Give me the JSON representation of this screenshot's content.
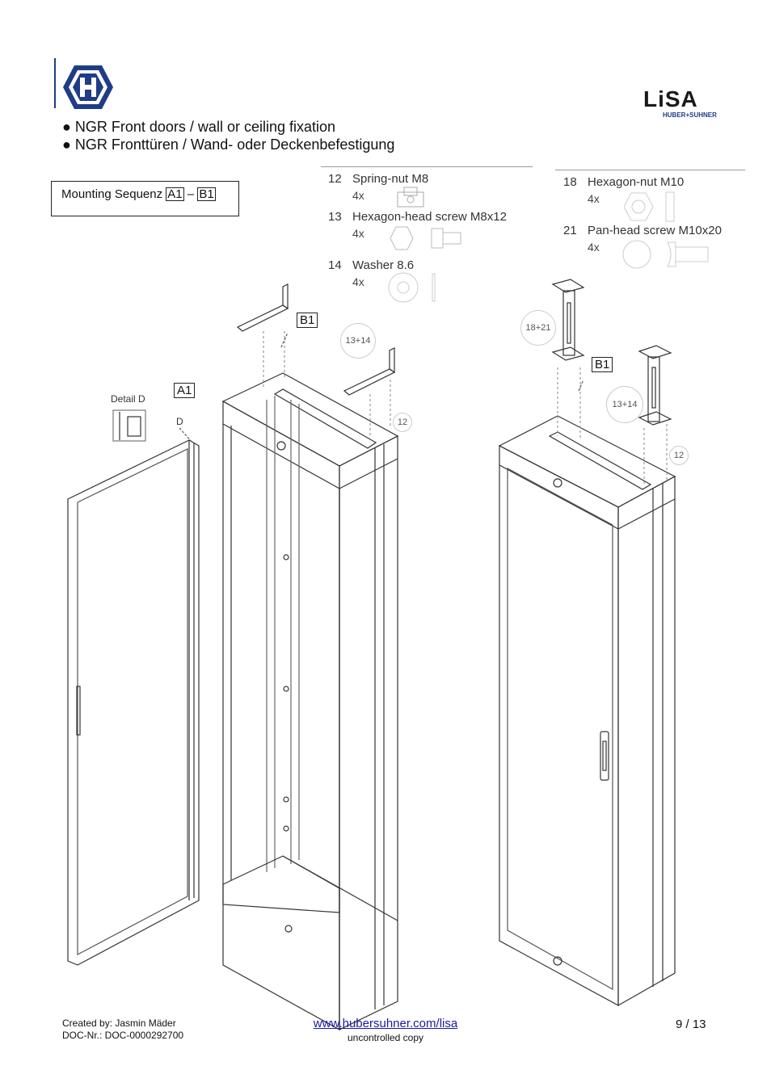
{
  "header": {
    "bullets": [
      "NGR Front doors / wall or ceiling fixation",
      "NGR Fronttüren / Wand- oder Deckenbefestigung"
    ],
    "bullet_char": "●",
    "logo_text": "LiSA",
    "logo_sub": "HUBER+SUHNER"
  },
  "sequence": {
    "label": "Mounting Sequenz",
    "start": "A1",
    "dash": "–",
    "end": "B1"
  },
  "parts_left": [
    {
      "num": "12",
      "name": "Spring-nut M8",
      "qty": "4x"
    },
    {
      "num": "13",
      "name": "Hexagon-head screw M8x12",
      "qty": "4x"
    },
    {
      "num": "14",
      "name": "Washer 8.6",
      "qty": "4x"
    }
  ],
  "parts_right": [
    {
      "num": "18",
      "name": "Hexagon-nut M10",
      "qty": "4x"
    },
    {
      "num": "21",
      "name": "Pan-head screw M10x20",
      "qty": "4x"
    }
  ],
  "diagram": {
    "detail_label": "Detail D",
    "d_label": "D",
    "label_a1": "A1",
    "label_b1_left": "B1",
    "label_b1_right": "B1",
    "callout_1314_left": "13+14",
    "callout_12_left": "12",
    "callout_1821": "18+21",
    "callout_1314_right": "13+14",
    "callout_12_right": "12"
  },
  "footer": {
    "created_by": "Created by: Jasmin Mäder",
    "doc_nr": "DOC-Nr.: DOC-0000292700",
    "url": "www.hubersuhner.com/lisa",
    "copy_note": "uncontrolled copy",
    "page": "9 / 13"
  },
  "colors": {
    "brand_blue": "#1f3c88",
    "link": "#1a1aa6"
  }
}
